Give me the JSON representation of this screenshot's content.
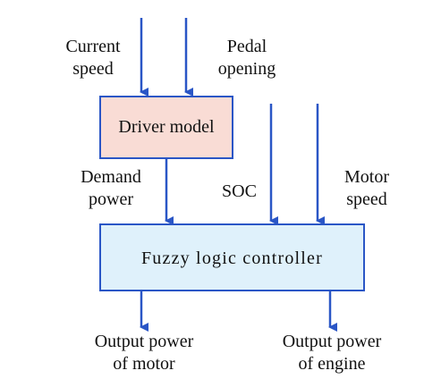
{
  "inputs": {
    "current_speed": [
      "Current",
      "speed"
    ],
    "pedal_opening": [
      "Pedal",
      "opening"
    ],
    "demand_power": [
      "Demand",
      "power"
    ],
    "soc": "SOC",
    "motor_speed": [
      "Motor",
      "speed"
    ]
  },
  "blocks": {
    "driver_model": "Driver model",
    "fuzzy_controller": "Fuzzy logic controller"
  },
  "outputs": {
    "motor_power": [
      "Output power",
      "of motor"
    ],
    "engine_power": [
      "Output power",
      "of engine"
    ]
  },
  "colors": {
    "arrow": "#2a56c6",
    "box_border": "#2a56c6",
    "driver_fill": "#f9dcd5",
    "controller_fill": "#dff1fb",
    "text": "#111111"
  }
}
